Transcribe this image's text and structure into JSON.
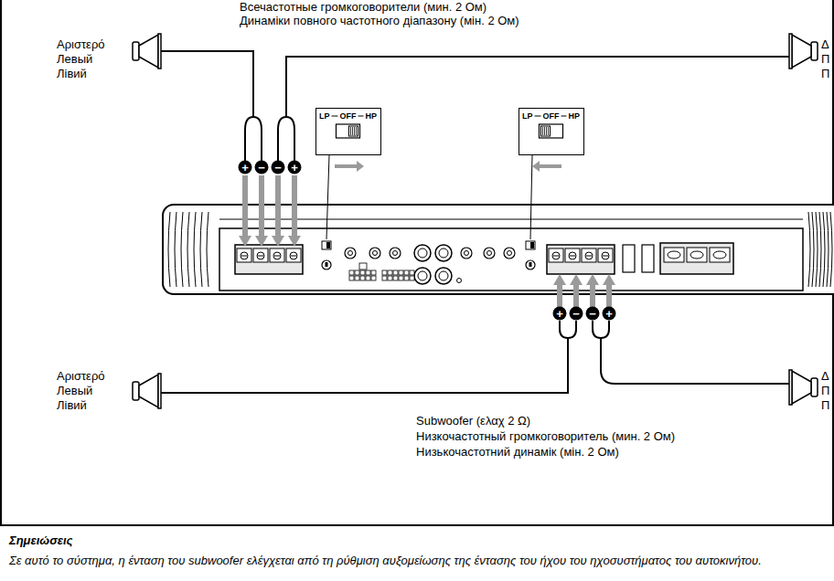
{
  "diagram": {
    "nodes": [
      {
        "text": [
          "LP",
          "OFF",
          "HP"
        ]
      },
      {
        "text": [
          "LP",
          "OFF",
          "HP"
        ]
      }
    ],
    "labels": [
      "Всечастотные громкоговорители (мин. 2 Ом)",
      "Динаміки повного частотного діапазону (мін. 2 Ом)",
      "Αριστερό",
      "Левый",
      "Лівий",
      "Δ",
      "П",
      "П",
      "+",
      "−",
      "−",
      "+",
      "+",
      "−",
      "−",
      "+",
      "Αριστερό",
      "Левый",
      "Лівий",
      "Δ",
      "П",
      "П",
      "Subwoofer (ελαχ 2 Ω)",
      "Низкочастотный громкоговоритель (мин. 2 Ом)",
      "Низькочастотний динамік (мін. 2 Ом)",
      "Σημειώσεις",
      "Σε αυτό το σύστημα, η ένταση του subwoofer ελέγχεται από τη ρύθμιση αυξομείωσης της έντασης του ήχου του ηχοσυστήματος του αυτοκινήτου."
    ]
  }
}
